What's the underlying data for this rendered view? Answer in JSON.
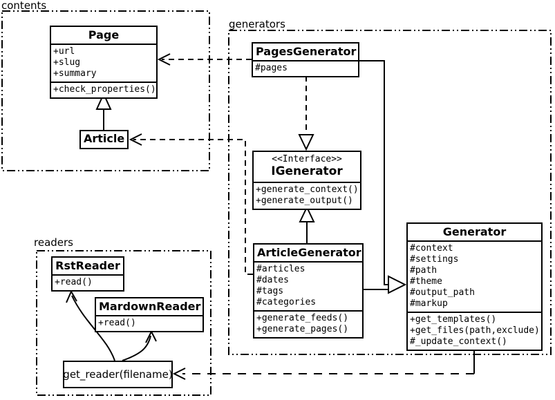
{
  "colors": {
    "stroke": "#000000",
    "background": "#ffffff"
  },
  "packages": {
    "contents": {
      "label": "contents"
    },
    "generators": {
      "label": "generators"
    },
    "readers": {
      "label": "readers"
    }
  },
  "classes": {
    "page": {
      "title": "Page",
      "attributes": [
        "+url",
        "+slug",
        "+summary"
      ],
      "methods": [
        "+check_properties()"
      ]
    },
    "article": {
      "title": "Article"
    },
    "pages_generator": {
      "title": "PagesGenerator",
      "attributes": [
        "#pages"
      ]
    },
    "igenerator": {
      "stereotype": "<<Interface>>",
      "title": "IGenerator",
      "methods": [
        "+generate_context()",
        "+generate_output()"
      ]
    },
    "article_generator": {
      "title": "ArticleGenerator",
      "attributes": [
        "#articles",
        "#dates",
        "#tags",
        "#categories"
      ],
      "methods": [
        "+generate_feeds()",
        "+generate_pages()"
      ]
    },
    "generator": {
      "title": "Generator",
      "attributes": [
        "#context",
        "#settings",
        "#path",
        "#theme",
        "#output_path",
        "#markup"
      ],
      "methods": [
        "+get_templates()",
        "+get_files(path,exclude)",
        "#_update_context()"
      ]
    },
    "rst_reader": {
      "title": "RstReader",
      "methods": [
        "+read()"
      ]
    },
    "mardown_reader": {
      "title": "MardownReader",
      "methods": [
        "+read()"
      ]
    },
    "get_reader": {
      "title": "get_reader(filename)"
    }
  },
  "relationships": [
    {
      "from": "Article",
      "to": "Page",
      "type": "generalization"
    },
    {
      "from": "PagesGenerator",
      "to": "Page",
      "type": "dependency"
    },
    {
      "from": "ArticleGenerator",
      "to": "Article",
      "type": "dependency"
    },
    {
      "from": "PagesGenerator",
      "to": "IGenerator",
      "type": "realization"
    },
    {
      "from": "ArticleGenerator",
      "to": "IGenerator",
      "type": "generalization"
    },
    {
      "from": "PagesGenerator",
      "to": "Generator",
      "type": "generalization"
    },
    {
      "from": "ArticleGenerator",
      "to": "Generator",
      "type": "generalization"
    },
    {
      "from": "Generator",
      "to": "get_reader(filename)",
      "type": "dependency"
    },
    {
      "from": "get_reader(filename)",
      "to": "RstReader",
      "type": "association"
    },
    {
      "from": "get_reader(filename)",
      "to": "MardownReader",
      "type": "association"
    }
  ]
}
